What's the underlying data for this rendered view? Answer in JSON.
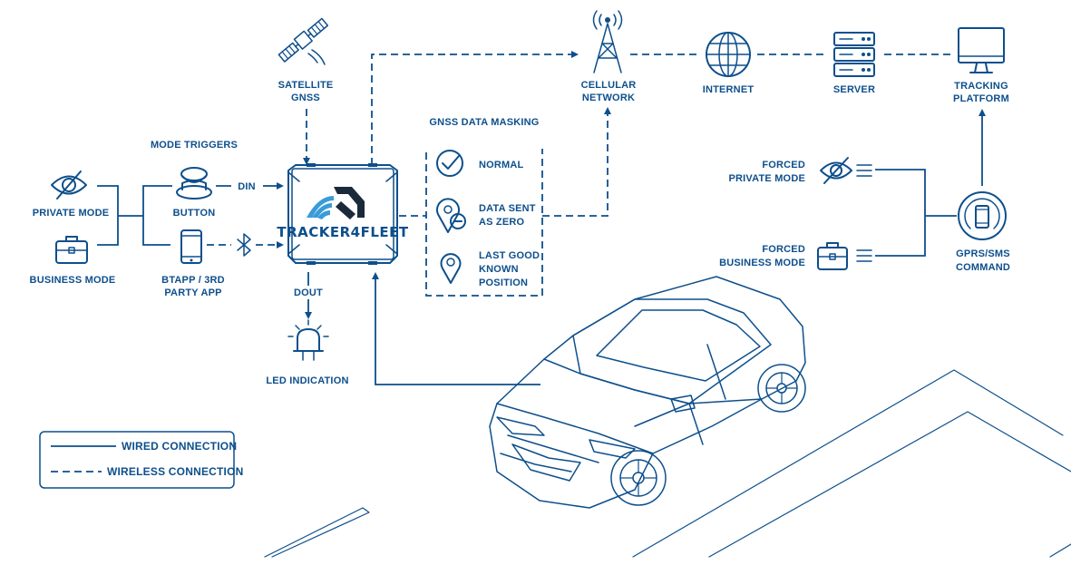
{
  "labels": {
    "satellite": [
      "SATELLITE",
      "GNSS"
    ],
    "cellular": [
      "CELLULAR",
      "NETWORK"
    ],
    "internet": "INTERNET",
    "server": "SERVER",
    "tracking": [
      "TRACKING",
      "PLATFORM"
    ],
    "mode_triggers": "MODE TRIGGERS",
    "private_mode": "PRIVATE MODE",
    "business_mode": "BUSINESS MODE",
    "button": "BUTTON",
    "btapp": [
      "BTAPP / 3RD",
      "PARTY APP"
    ],
    "din": "DIN",
    "dout": "DOUT",
    "led": "LED INDICATION",
    "gnss_masking": "GNSS DATA MASKING",
    "normal": "NORMAL",
    "data_zero": [
      "DATA SENT",
      "AS ZERO"
    ],
    "last_good": [
      "LAST GOOD",
      "KNOWN",
      "POSITION"
    ],
    "forced_private": [
      "FORCED",
      "PRIVATE MODE"
    ],
    "forced_business": [
      "FORCED",
      "BUSINESS MODE"
    ],
    "gprs": [
      "GPRS/SMS",
      "COMMAND"
    ],
    "brand": "TRACKER4FLEET"
  },
  "legend": {
    "wired": "WIRED CONNECTION",
    "wireless": "WIRELESS CONNECTION"
  },
  "colors": {
    "primary": "#0d4f8c",
    "background": "#ffffff"
  },
  "icons": [
    "satellite-icon",
    "tower-icon",
    "globe-icon",
    "server-icon",
    "monitor-icon",
    "eye-off-icon",
    "briefcase-icon",
    "push-button-icon",
    "smartphone-icon",
    "bluetooth-icon",
    "led-icon",
    "check-circle-icon",
    "pin-minus-icon",
    "pin-icon",
    "car-illustration"
  ]
}
